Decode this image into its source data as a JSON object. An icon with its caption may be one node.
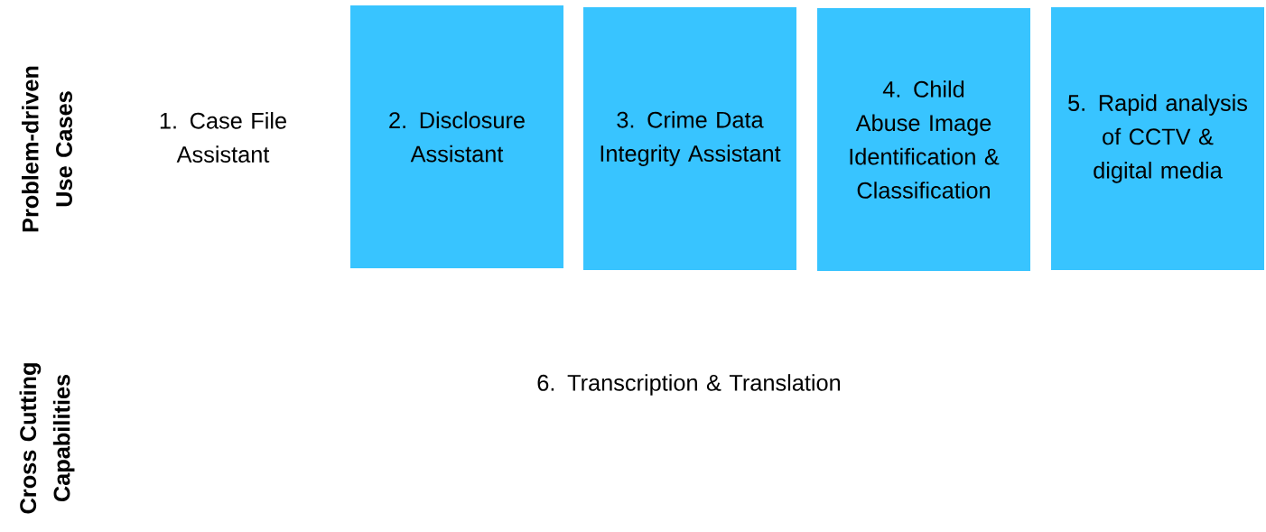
{
  "diagram": {
    "nodes": [
      {
        "text": [
          "2. Disclosure Assistant"
        ]
      },
      {
        "text": [
          "3. Crime Data Integrity Assistant"
        ]
      },
      {
        "text": [
          "4. Child Abuse Image Identification & Classification"
        ]
      },
      {
        "text": [
          "5. Rapid analysis of CCTV & digital media"
        ]
      }
    ],
    "labels": [
      "Problem-driven Use Cases",
      "1. Case File Assistant",
      "Cross Cutting Capabilities",
      "6. Transcription & Translation"
    ]
  }
}
